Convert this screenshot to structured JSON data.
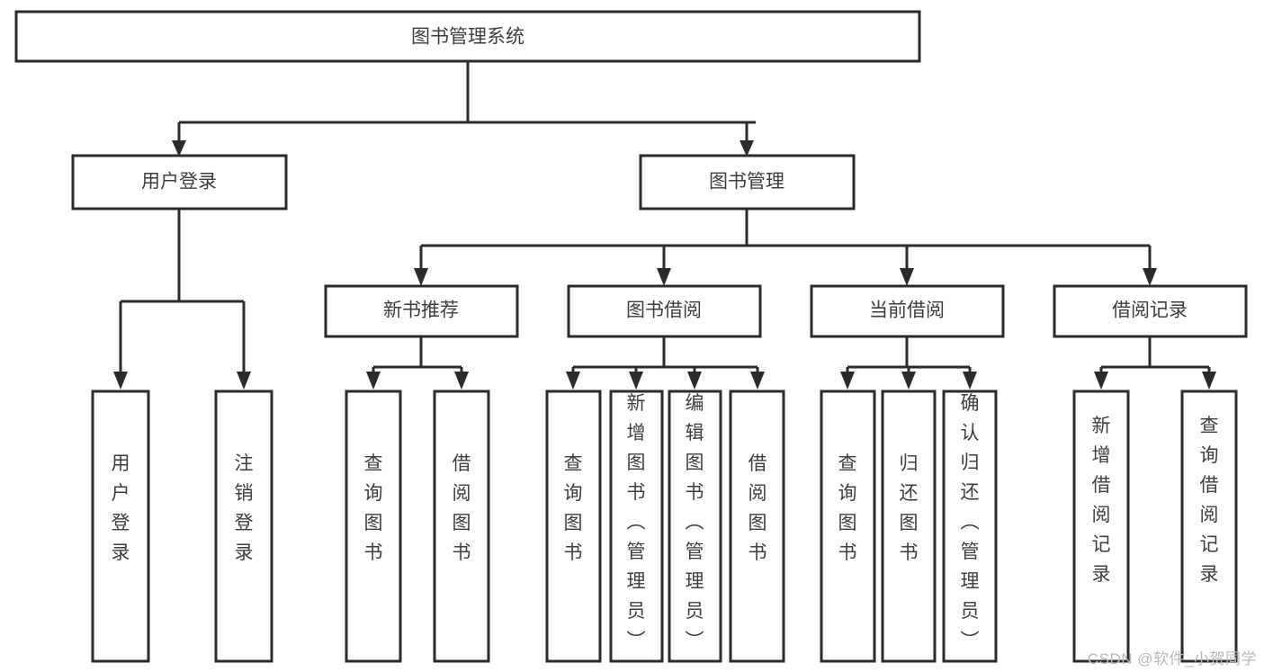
{
  "diagram": {
    "type": "tree",
    "title": "图书管理系统",
    "orientation": "top-down",
    "colors": {
      "box_stroke": "#2b2b2b",
      "box_fill": "#ffffff",
      "text": "#3d3d3d",
      "connector": "#2b2b2b",
      "watermark": "#b9b9b9",
      "background": "#ffffff"
    },
    "root": {
      "id": "root",
      "label": "图书管理系统"
    },
    "level2": [
      {
        "id": "user-login",
        "label": "用户登录"
      },
      {
        "id": "book-manage",
        "label": "图书管理"
      }
    ],
    "level3": [
      {
        "id": "new-book-rec",
        "label": "新书推荐"
      },
      {
        "id": "book-borrow",
        "label": "图书借阅"
      },
      {
        "id": "current-borrow",
        "label": "当前借阅"
      },
      {
        "id": "borrow-record",
        "label": "借阅记录"
      }
    ],
    "leaves": {
      "user_login": [
        {
          "id": "leaf-user-login",
          "label": "用户登录"
        },
        {
          "id": "leaf-logout-login",
          "label": "注销登录"
        }
      ],
      "new_book_rec": [
        {
          "id": "leaf-query-book-1",
          "label": "查询图书"
        },
        {
          "id": "leaf-borrow-book-1",
          "label": "借阅图书"
        }
      ],
      "book_borrow": [
        {
          "id": "leaf-query-book-2",
          "label": "查询图书"
        },
        {
          "id": "leaf-add-book",
          "label": "新增图书（管理员）"
        },
        {
          "id": "leaf-edit-book",
          "label": "编辑图书（管理员）"
        },
        {
          "id": "leaf-borrow-book-2",
          "label": "借阅图书"
        }
      ],
      "current_borrow": [
        {
          "id": "leaf-query-book-3",
          "label": "查询图书"
        },
        {
          "id": "leaf-return-book",
          "label": "归还图书"
        },
        {
          "id": "leaf-confirm-return",
          "label": "确认归还（管理员）"
        }
      ],
      "borrow_record": [
        {
          "id": "leaf-add-record",
          "label": "新增借阅记录"
        },
        {
          "id": "leaf-query-record",
          "label": "查询借阅记录"
        }
      ]
    }
  },
  "watermark": {
    "text": "CSDN @软件_小贺同学"
  }
}
